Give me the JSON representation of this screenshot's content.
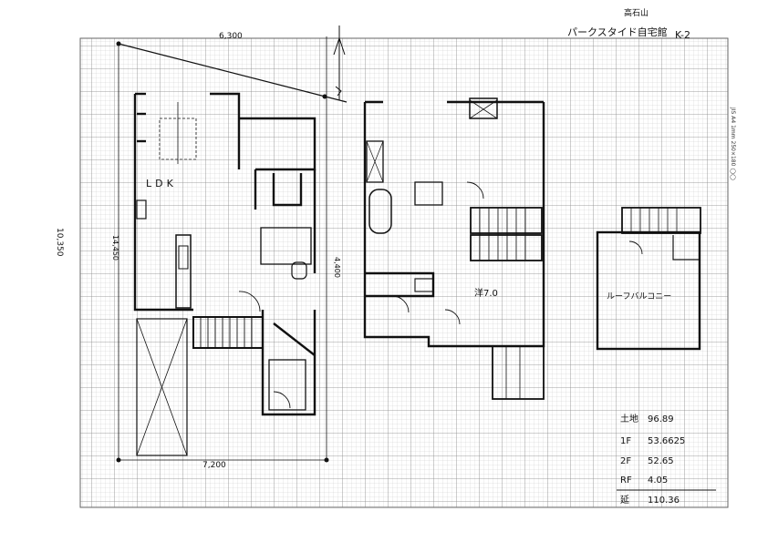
{
  "sheet": {
    "title_top": "高石山",
    "title_main": "パークスタイド自宅館",
    "sheet_no": "K-2",
    "paper_code": "JIS A4 1mm 250×180 ◯◯",
    "dim_top": "6,300",
    "dim_bottom": "7,200",
    "dim_left": "10,350",
    "dim_left_inner": "14,450",
    "dim_mid": "4,400",
    "labels": {
      "ldk": "LDK",
      "room_2f": "洋7.0",
      "roof_balcony": "ルーフバルコニー"
    }
  },
  "areas": [
    {
      "label": "土地",
      "value": "96.89"
    },
    {
      "label": "1F",
      "value": "53.6625"
    },
    {
      "label": "2F",
      "value": "52.65"
    },
    {
      "label": "RF",
      "value": "4.05"
    },
    {
      "label": "延",
      "value": "110.36"
    }
  ],
  "colors": {
    "grid_minor": "#c9c9c9",
    "grid_major": "#8a8a8a",
    "ink": "#111111"
  }
}
